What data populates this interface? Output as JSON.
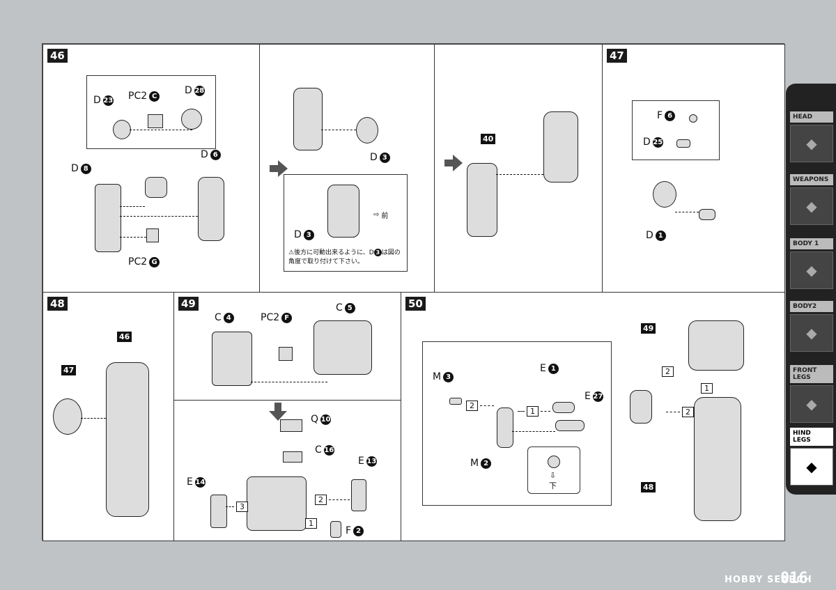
{
  "steps": {
    "s46": {
      "num": "46",
      "labels": {
        "d23": {
          "prefix": "D",
          "num": "23"
        },
        "pc2c": {
          "prefix": "PC2",
          "num": "C"
        },
        "d28": {
          "prefix": "D",
          "num": "28"
        },
        "d8": {
          "prefix": "D",
          "num": "8"
        },
        "d6": {
          "prefix": "D",
          "num": "6"
        },
        "pc2g": {
          "prefix": "PC2",
          "num": "G"
        }
      }
    },
    "s46b": {
      "labels": {
        "d3a": {
          "prefix": "D",
          "num": "3"
        },
        "d3b": {
          "prefix": "D",
          "num": "3"
        },
        "front": "前"
      },
      "note_line1": "後方に可動出来るように、D",
      "note_num": "3",
      "note_line1b": "は図の",
      "note_line2": "角度で取り付けて下さい。"
    },
    "s46c": {
      "tag": "40"
    },
    "s47": {
      "num": "47",
      "labels": {
        "f6": {
          "prefix": "F",
          "num": "6"
        },
        "d25": {
          "prefix": "D",
          "num": "25"
        },
        "d1": {
          "prefix": "D",
          "num": "1"
        }
      }
    },
    "s48": {
      "num": "48",
      "tag47": "47",
      "tag46": "46"
    },
    "s49": {
      "num": "49",
      "labels": {
        "c4": {
          "prefix": "C",
          "num": "4"
        },
        "pc2f": {
          "prefix": "PC2",
          "num": "F"
        },
        "c5": {
          "prefix": "C",
          "num": "5"
        },
        "q10": {
          "prefix": "Q",
          "num": "10"
        },
        "c16": {
          "prefix": "C",
          "num": "16"
        },
        "e13": {
          "prefix": "E",
          "num": "13"
        },
        "e14": {
          "prefix": "E",
          "num": "14"
        },
        "f2": {
          "prefix": "F",
          "num": "2"
        }
      },
      "seq": [
        "3",
        "2",
        "1"
      ]
    },
    "s50": {
      "num": "50",
      "labels": {
        "m3": {
          "prefix": "M",
          "num": "3"
        },
        "e1": {
          "prefix": "E",
          "num": "1"
        },
        "e27": {
          "prefix": "E",
          "num": "27"
        },
        "m2": {
          "prefix": "M",
          "num": "2"
        },
        "down": "下"
      },
      "tag49": "49",
      "tag48": "48",
      "seq": [
        "2",
        "1",
        "2",
        "1",
        "2"
      ]
    }
  },
  "sidebar": {
    "items": [
      {
        "label": "HEAD"
      },
      {
        "label": "WEAPONS"
      },
      {
        "label": "BODY 1"
      },
      {
        "label": "BODY2"
      },
      {
        "label": "FRONT LEGS"
      },
      {
        "label": "HIND LEGS"
      }
    ]
  },
  "page_number": "016",
  "watermark": "HOBBY SEARCH",
  "colors": {
    "background": "#bfc3c6",
    "sidebar": "#222222",
    "ink": "#111111"
  }
}
